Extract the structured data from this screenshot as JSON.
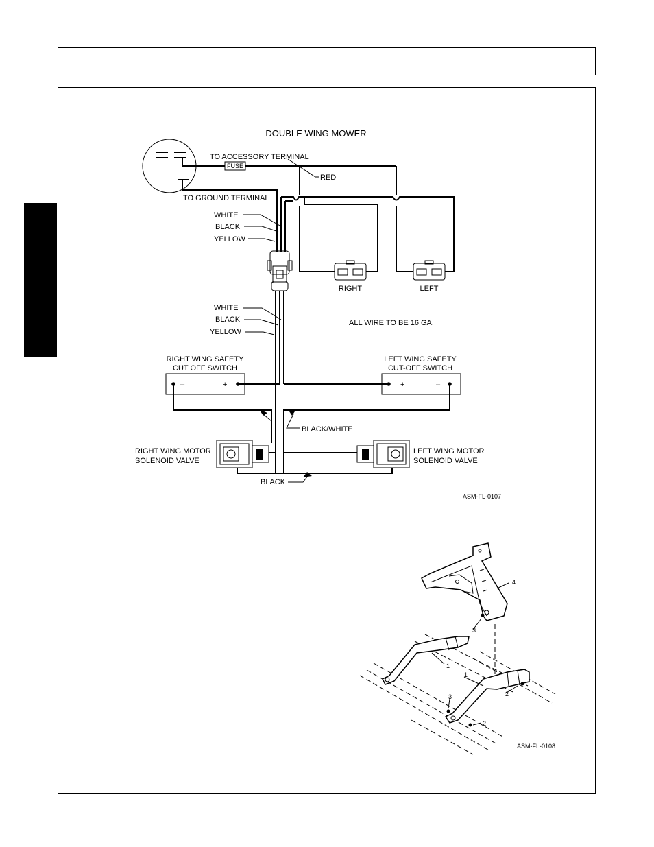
{
  "page": {
    "header_text": ""
  },
  "wiring": {
    "title": "DOUBLE WING MOWER",
    "fuse_label": "FUSE",
    "accessory_terminal": "TO ACCESSORY TERMINAL",
    "red": "RED",
    "ground_terminal": "TO GROUND TERMINAL",
    "upper_wires": [
      "WHITE",
      "BLACK",
      "YELLOW"
    ],
    "lower_wires": [
      "WHITE",
      "BLACK",
      "YELLOW"
    ],
    "right_connector": "RIGHT",
    "left_connector": "LEFT",
    "wire_gauge_note": "ALL WIRE TO BE 16 GA.",
    "right_switch": [
      "RIGHT WING SAFETY",
      "CUT OFF SWITCH"
    ],
    "left_switch": [
      "LEFT WING SAFETY",
      "CUT-OFF SWITCH"
    ],
    "minus": "–",
    "plus": "+",
    "black_white": "BLACK/WHITE",
    "right_valve": [
      "RIGHT WING MOTOR",
      "SOLENOID VALVE"
    ],
    "left_valve": [
      "LEFT WING MOTOR",
      "SOLENOID VALVE"
    ],
    "black": "BLACK",
    "figure_code": "ASM-FL-0107"
  },
  "assembly": {
    "callouts": [
      "4",
      "3",
      "1",
      "1",
      "2",
      "3",
      "2"
    ],
    "figure_code": "ASM-FL-0108"
  }
}
